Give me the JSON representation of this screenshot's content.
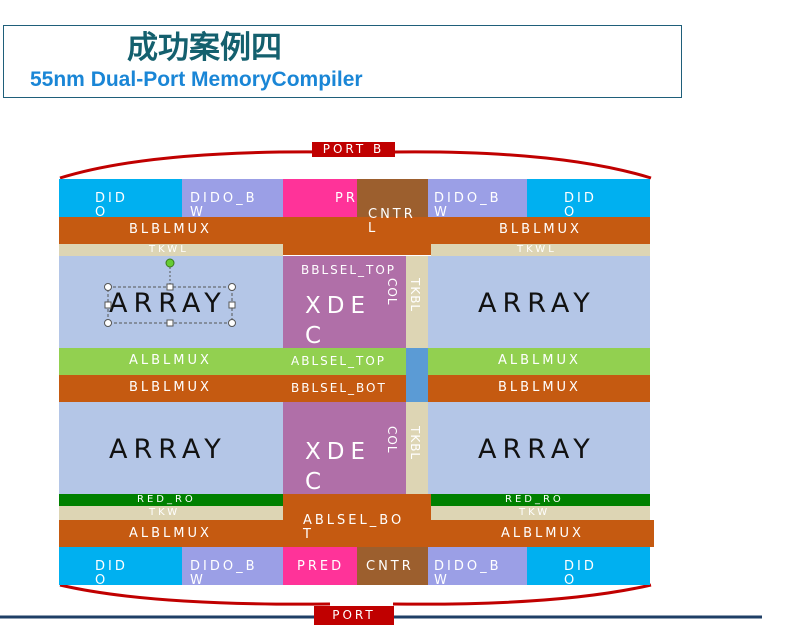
{
  "title": {
    "cn": "成功案例四",
    "en": "55nm Dual-Port MemoryCompiler"
  },
  "port_top": "PORT B",
  "port_bottom": "PORT",
  "blocks": {
    "dido_tl": "DIDO",
    "dido_bw_tl": "DIDO_BW",
    "pred_t": "PRED",
    "cntr_t": "CNTRL",
    "dido_bw_tr": "DIDO_BW",
    "dido_tr": "DIDO",
    "blblmux_tl": "BLBLMUX",
    "blblmux_tr": "BLBLMUX",
    "tkwl_tl": "TKWL",
    "tkwl_tr": "TKWL",
    "array_tl": "ARRAY",
    "array_tr": "ARRAY",
    "bblsel_top": "BBLSEL_TOP",
    "xdec_t": "XDEC",
    "col_t": "COL",
    "tkbl_t": "TKBL",
    "alblmux_ml": "ALBLMUX",
    "ablsel_top": "ABLSEL_TOP",
    "alblmux_mr": "ALBLMUX",
    "blblmux_ml": "BLBLMUX",
    "bblsel_bot": "BBLSEL_BOT",
    "blblmux_mr": "BLBLMUX",
    "array_bl": "ARRAY",
    "array_br": "ARRAY",
    "xdec_b": "XDEC",
    "col_b": "COL",
    "tkbl_b": "TKBL",
    "red_ro_l": "RED_RO",
    "red_ro_r": "RED_RO",
    "tkw_bl": "TKW",
    "tkw_br": "TKW",
    "ablsel_bot": "ABLSEL_BOT",
    "alblmux_bl": "ALBLMUX",
    "alblmux_br": "ALBLMUX",
    "dido_bl": "DIDO",
    "dido_bw_bl": "DIDO_BW",
    "pred_b": "PRED",
    "cntr_b": "CNTR",
    "dido_bw_br": "DIDO_BW",
    "dido_br": "DIDO"
  },
  "colors": {
    "dido": "#00b0f0",
    "dido_bw": "#9b9fe6",
    "pred": "#ff3399",
    "cntr": "#9c5f2e",
    "mux_orange": "#c55a11",
    "array": "#b4c6e7",
    "xdec": "#b06fa8",
    "alblmux_green": "#92d050",
    "red_ro": "#008000",
    "tkw": "#ddd5b4",
    "tkbl_blue": "#5b9bd5",
    "port_red": "#c00000",
    "title_cn": "#14606e",
    "title_en": "#1a86d6"
  }
}
